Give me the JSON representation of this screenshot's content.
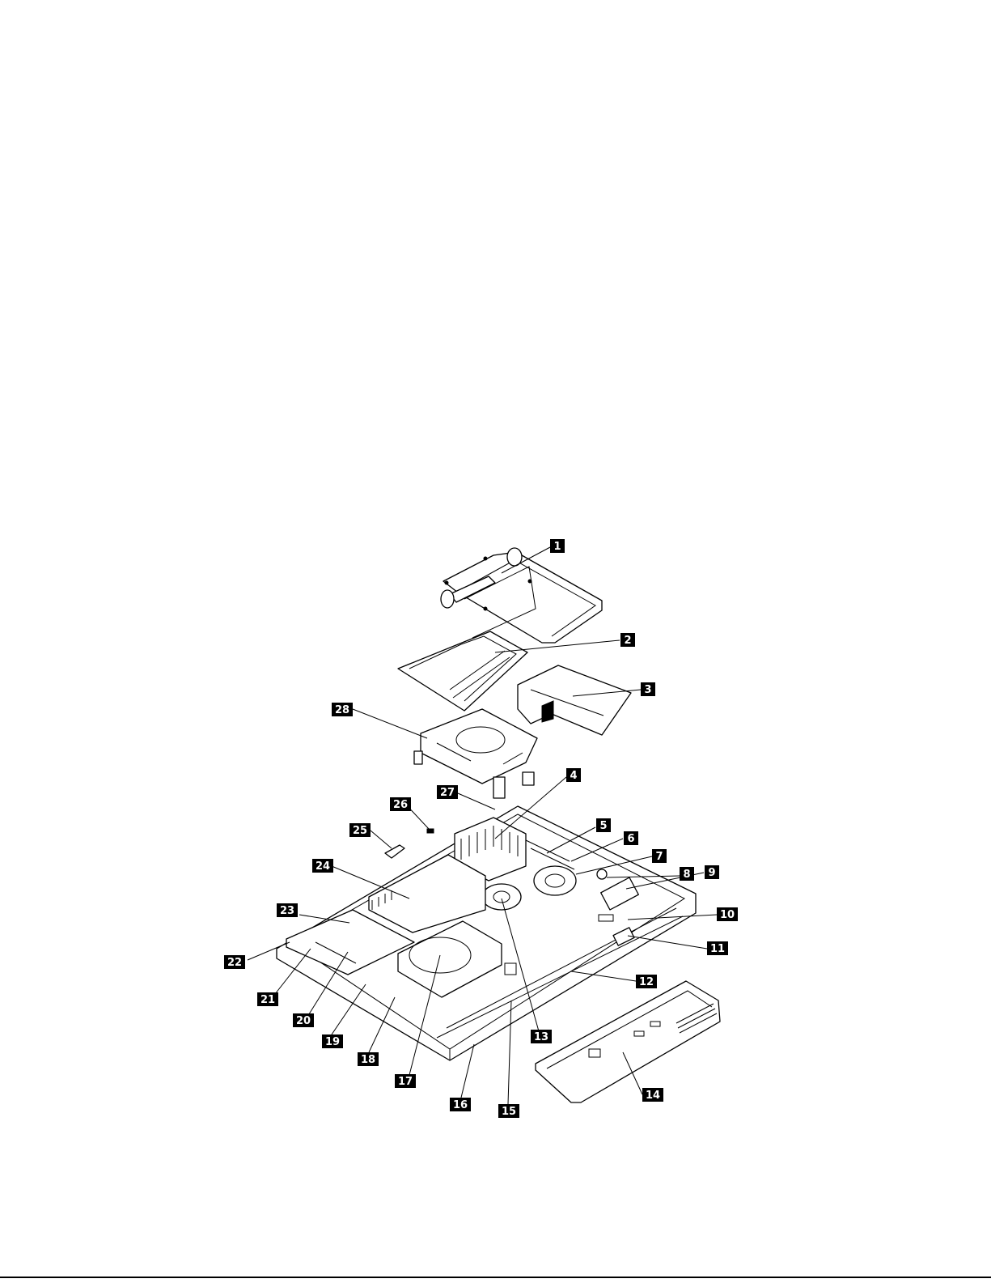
{
  "callouts": [
    {
      "n": "1"
    },
    {
      "n": "2"
    },
    {
      "n": "3"
    },
    {
      "n": "4"
    },
    {
      "n": "5"
    },
    {
      "n": "6"
    },
    {
      "n": "7"
    },
    {
      "n": "8"
    },
    {
      "n": "9"
    },
    {
      "n": "10"
    },
    {
      "n": "11"
    },
    {
      "n": "12"
    },
    {
      "n": "13"
    },
    {
      "n": "14"
    },
    {
      "n": "15"
    },
    {
      "n": "16"
    },
    {
      "n": "17"
    },
    {
      "n": "18"
    },
    {
      "n": "19"
    },
    {
      "n": "20"
    },
    {
      "n": "21"
    },
    {
      "n": "22"
    },
    {
      "n": "23"
    },
    {
      "n": "24"
    },
    {
      "n": "25"
    },
    {
      "n": "26"
    },
    {
      "n": "27"
    },
    {
      "n": "28"
    }
  ]
}
